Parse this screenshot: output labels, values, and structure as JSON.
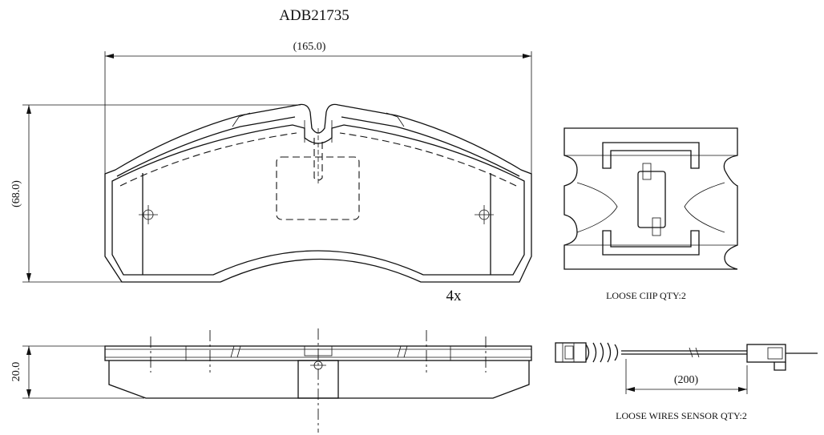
{
  "part_number": "ADB21735",
  "dimensions": {
    "width": "(165.0)",
    "height": "(68.0)",
    "thickness": "20.0",
    "wire_length": "(200)"
  },
  "quantity_label": "4x",
  "accessories": {
    "clip_label": "LOOSE CIIP QTY:2",
    "sensor_label": "LOOSE WIRES SENSOR QTY:2"
  }
}
